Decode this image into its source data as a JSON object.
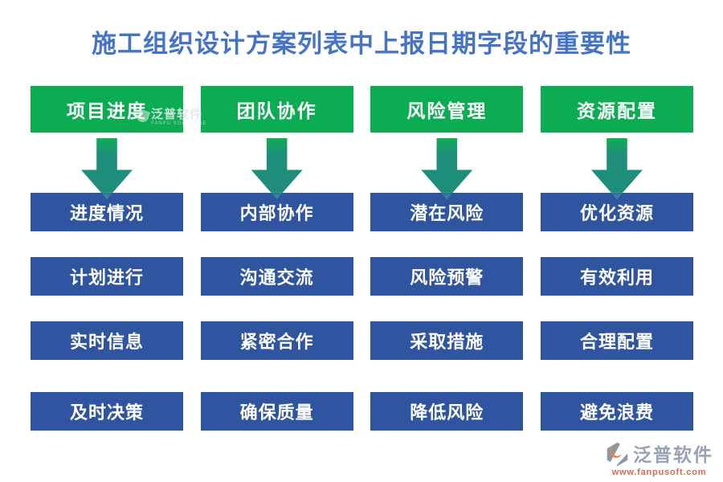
{
  "title": "施工组织设计方案列表中上报日期字段的重要性",
  "columns": [
    {
      "header": "项目进度",
      "items": [
        "进度情况",
        "计划进行",
        "实时信息",
        "及时决策"
      ]
    },
    {
      "header": "团队协作",
      "items": [
        "内部协作",
        "沟通交流",
        "紧密合作",
        "确保质量"
      ]
    },
    {
      "header": "风险管理",
      "items": [
        "潜在风险",
        "风险预警",
        "采取措施",
        "降低风险"
      ]
    },
    {
      "header": "资源配置",
      "items": [
        "优化资源",
        "有效利用",
        "合理配置",
        "避免浪费"
      ]
    }
  ],
  "watermark": {
    "text": "泛普软件",
    "subtext": "FANPU SOFTWARE"
  },
  "footer": {
    "brand": "泛普软件",
    "url": "www.fanpusoft.com"
  },
  "colors": {
    "title_blue": "#4574C6",
    "category_green": "#0CAC53",
    "arrow_teal": "#1E8E7A",
    "item_blue": "#2F55A0",
    "brand_gray": "#99A2B3",
    "brand_orange": "#DD6A50"
  }
}
